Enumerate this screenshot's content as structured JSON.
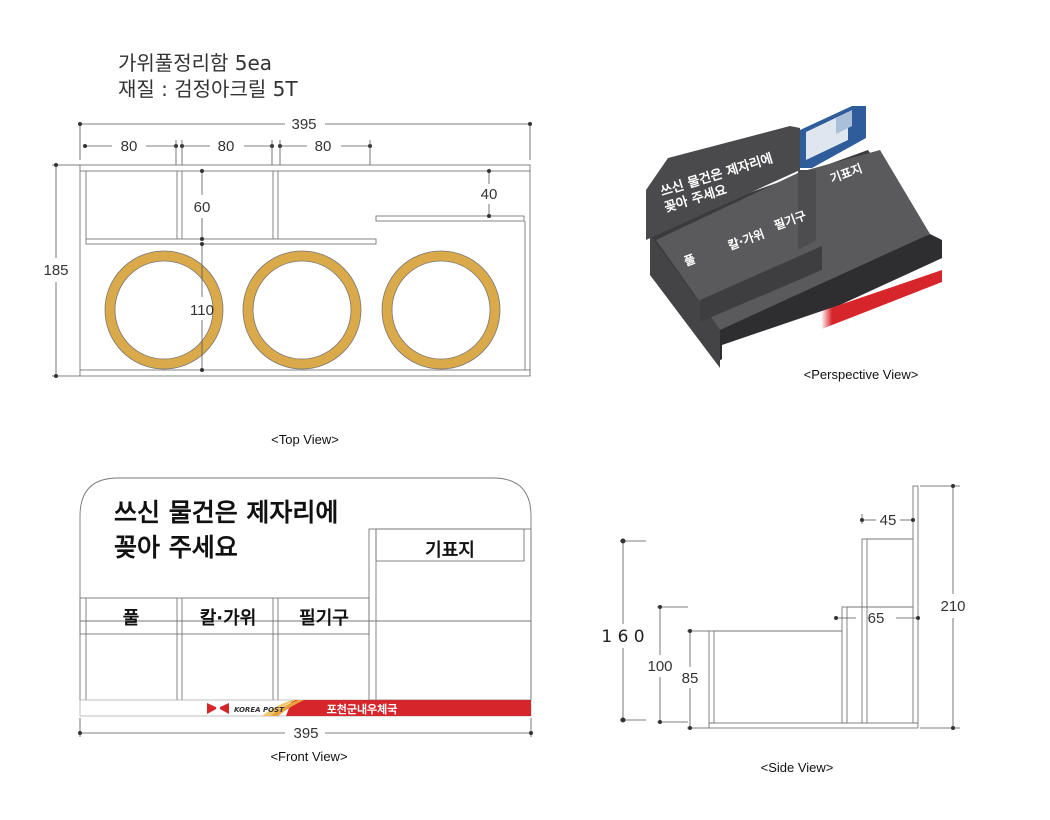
{
  "header": {
    "line1": "가위풀정리함 5ea",
    "line2": "재질 : 검정아크릴 5T"
  },
  "top_view": {
    "caption": "<Top View>",
    "dim_width": "395",
    "dim_compartment_1": "80",
    "dim_compartment_2": "80",
    "dim_compartment_3": "80",
    "dim_depth_front": "60",
    "dim_depth_right": "40",
    "dim_depth_holes": "110",
    "dim_height": "185"
  },
  "perspective_view": {
    "caption": "<Perspective View>",
    "slogan_line1": "쓰신 물건은 제자리에",
    "slogan_line2": "꽂아 주세요",
    "label_glue": "풀",
    "label_knife_scissors": "칼·가위",
    "label_pens": "필기구",
    "label_slips": "기표지"
  },
  "front_view": {
    "caption": "<Front View>",
    "slogan_line1": "쓰신 물건은 제자리에",
    "slogan_line2": "꽂아 주세요",
    "label_glue": "풀",
    "label_knife_scissors": "칼·가위",
    "label_pens": "필기구",
    "label_slips": "기표지",
    "brand_logo": "KOREA POST",
    "office_name": "포천군내우체국",
    "dim_width": "395"
  },
  "side_view": {
    "caption": "<Side View>",
    "dim_top_depth": "45",
    "dim_mid_depth": "65",
    "dim_total_height": "210",
    "dim_height_160": "1 6 0",
    "dim_height_100": "100",
    "dim_height_85": "85"
  },
  "colors": {
    "ring": "#d9a94a",
    "brand_red": "#d7262b",
    "acrylic_dark": "#3b3b3d",
    "acrylic_mid": "#5a5a5c"
  }
}
